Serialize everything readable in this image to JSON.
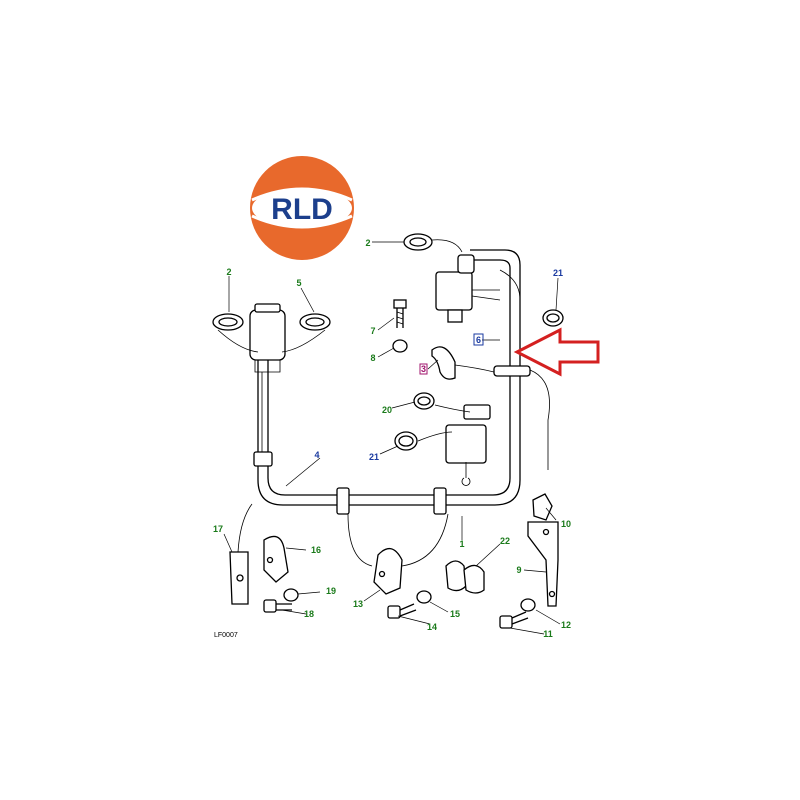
{
  "logo": {
    "text": "RLD",
    "ring_color": "#e8692c",
    "text_color": "#1c3f8c"
  },
  "reference_code": "LF0007",
  "callouts": [
    {
      "id": "c2a",
      "text": "2",
      "color": "#1a7a1a"
    },
    {
      "id": "c5",
      "text": "5",
      "color": "#1a7a1a"
    },
    {
      "id": "c2b",
      "text": "2",
      "color": "#1a7a1a"
    },
    {
      "id": "c21a",
      "text": "21",
      "color": "#1a3aa0"
    },
    {
      "id": "c7",
      "text": "7",
      "color": "#1a7a1a"
    },
    {
      "id": "c8",
      "text": "8",
      "color": "#1a7a1a"
    },
    {
      "id": "c6",
      "text": "6",
      "color": "#1a3aa0"
    },
    {
      "id": "c3",
      "text": "3",
      "color": "#a0146e"
    },
    {
      "id": "c20",
      "text": "20",
      "color": "#1a7a1a"
    },
    {
      "id": "c21b",
      "text": "21",
      "color": "#1a3aa0"
    },
    {
      "id": "c4",
      "text": "4",
      "color": "#1a3aa0"
    },
    {
      "id": "c10",
      "text": "10",
      "color": "#1a7a1a"
    },
    {
      "id": "c1",
      "text": "1",
      "color": "#1a7a1a"
    },
    {
      "id": "c22",
      "text": "22",
      "color": "#1a7a1a"
    },
    {
      "id": "c9",
      "text": "9",
      "color": "#1a7a1a"
    },
    {
      "id": "c17",
      "text": "17",
      "color": "#1a7a1a"
    },
    {
      "id": "c16",
      "text": "16",
      "color": "#1a7a1a"
    },
    {
      "id": "c19",
      "text": "19",
      "color": "#1a7a1a"
    },
    {
      "id": "c18",
      "text": "18",
      "color": "#1a7a1a"
    },
    {
      "id": "c13",
      "text": "13",
      "color": "#1a7a1a"
    },
    {
      "id": "c15",
      "text": "15",
      "color": "#1a7a1a"
    },
    {
      "id": "c14",
      "text": "14",
      "color": "#1a7a1a"
    },
    {
      "id": "c12",
      "text": "12",
      "color": "#1a7a1a"
    },
    {
      "id": "c11",
      "text": "11",
      "color": "#1a7a1a"
    }
  ],
  "highlight_arrow_color": "#d42020"
}
